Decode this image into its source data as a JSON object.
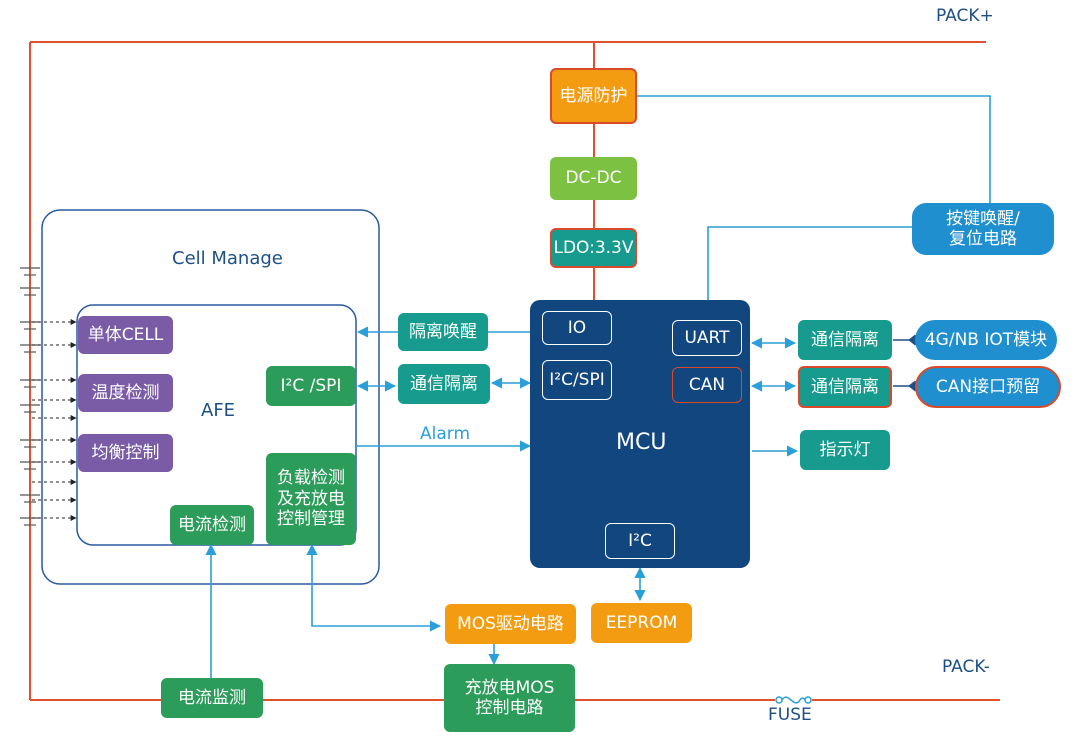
{
  "rails": {
    "pack_plus": "PACK+",
    "pack_minus": "PACK-",
    "fuse": "FUSE"
  },
  "cell_manage": {
    "title": "Cell Manage",
    "afe_label": "AFE"
  },
  "afe_blocks": {
    "single_cell": "单体CELL",
    "temp": "温度检测",
    "balance": "均衡控制",
    "i2c_spi": "I²C /SPI",
    "current_detect": "电流检测",
    "load_detect": "负载检测\n及充放电\n控制管理"
  },
  "power_chain": {
    "protect": "电源防护",
    "dcdc": "DC-DC",
    "ldo": "LDO:3.3V"
  },
  "mcu": {
    "title": "MCU",
    "io": "IO",
    "i2c_spi": "I²C/SPI",
    "uart": "UART",
    "can": "CAN",
    "i2c": "I²C"
  },
  "middle": {
    "wake_iso": "隔离唤醒",
    "comm_iso": "通信隔离",
    "alarm": "Alarm"
  },
  "right": {
    "key_wake": "按键唤醒/\n复位电路",
    "uart_iso": "通信隔离",
    "iot": "4G/NB IOT模块",
    "can_iso": "通信隔离",
    "can_port": "CAN接口预留",
    "indicator": "指示灯"
  },
  "bottom": {
    "mos_drive": "MOS驱动电路",
    "eeprom": "EEPROM",
    "current_monitor": "电流监测",
    "mos_ctrl": "充放电MOS\n控制电路"
  },
  "colors": {
    "rail": "#e0522f",
    "line": "#2a9fd8",
    "mcu": "#12467e",
    "frame": "#2a5a9e",
    "text_blue": "#1e4f86"
  }
}
